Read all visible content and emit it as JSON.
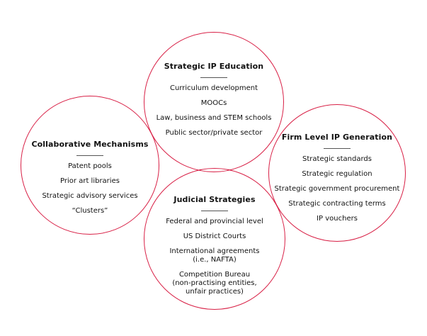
{
  "diagram": {
    "accent_color": "#d81f45",
    "circles": [
      {
        "id": "education",
        "title": "Strategic IP Education",
        "items": [
          "Curriculum development",
          "MOOCs",
          "Law, business and STEM schools",
          "Public sector/private sector"
        ]
      },
      {
        "id": "collaborative",
        "title": "Collaborative Mechanisms",
        "items": [
          "Patent pools",
          "Prior art libraries",
          "Strategic advisory services",
          "“Clusters”"
        ]
      },
      {
        "id": "firm",
        "title": "Firm Level IP Generation",
        "items": [
          "Strategic standards",
          "Strategic regulation",
          "Strategic government procurement",
          "Strategic contracting terms",
          "IP vouchers"
        ]
      },
      {
        "id": "judicial",
        "title": "Judicial Strategies",
        "items": [
          "Federal and provincial level",
          "US District Courts",
          "International agreements\n(i.e., NAFTA)",
          "Competition Bureau\n(non-practising entities,\nunfair practices)"
        ]
      }
    ]
  }
}
